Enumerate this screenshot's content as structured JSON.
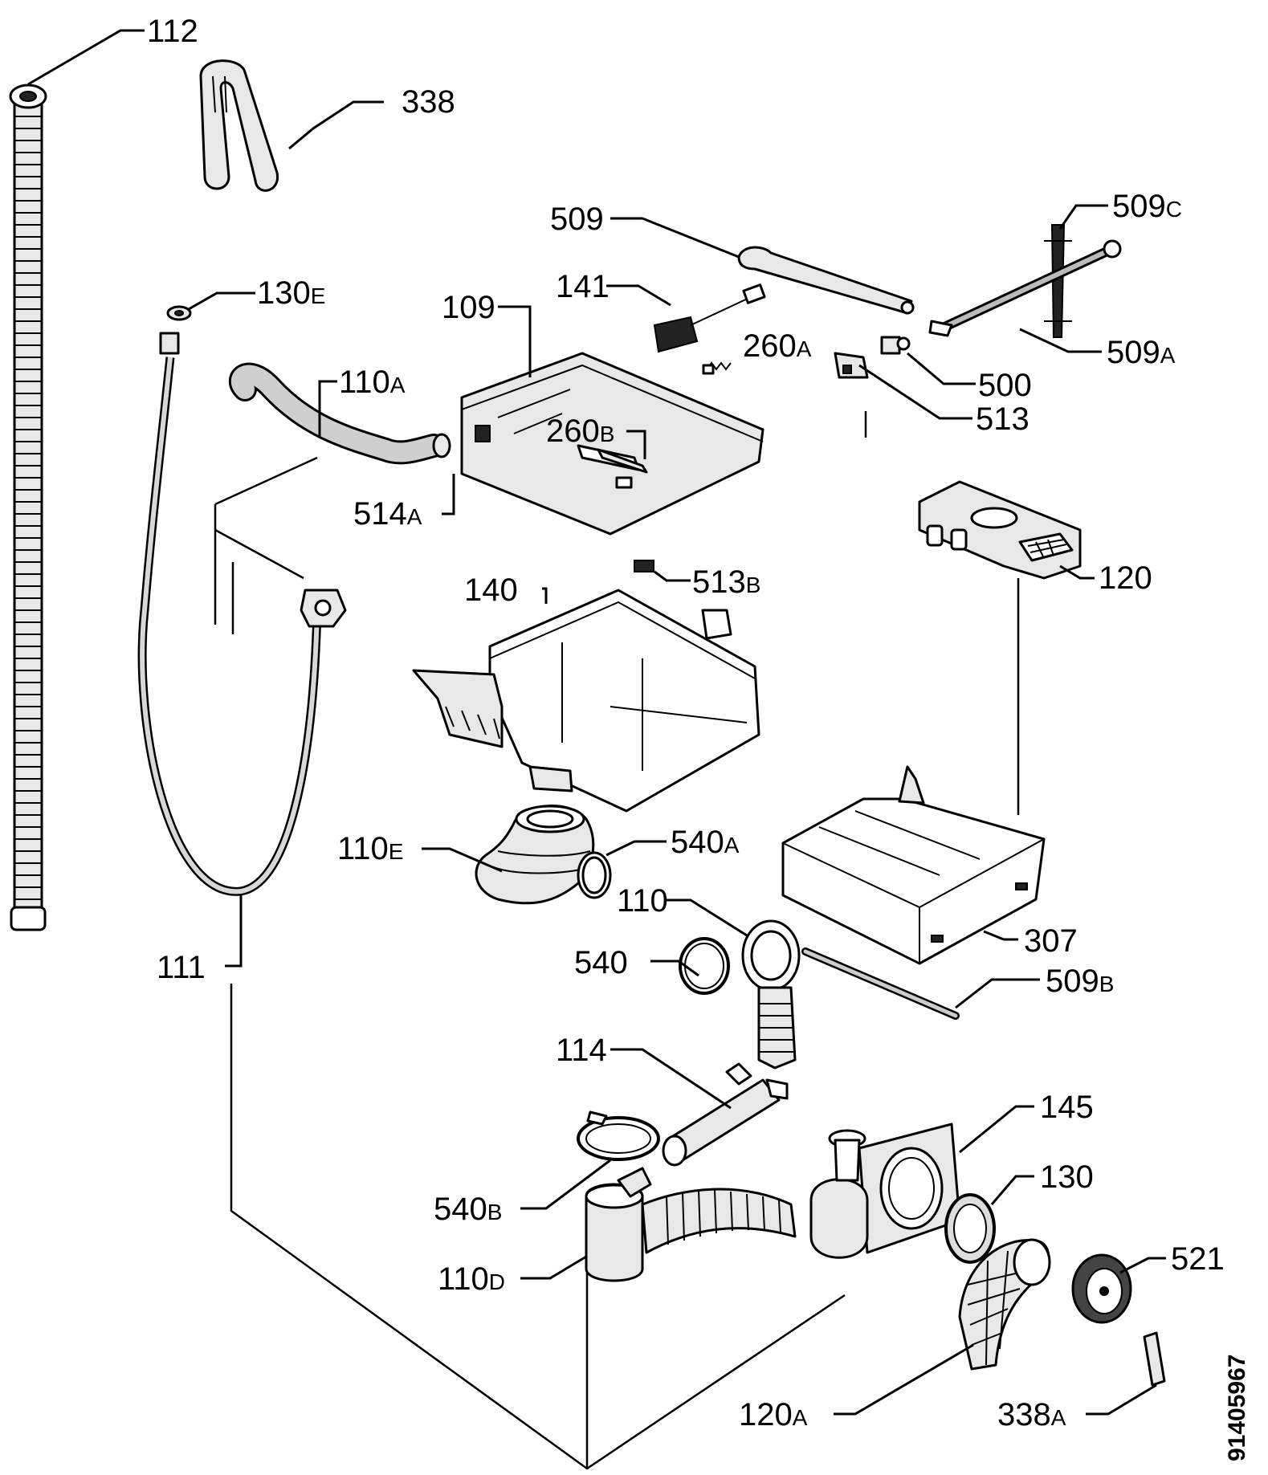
{
  "diagram": {
    "document_number": "91405967",
    "labels": {
      "p112": {
        "num": "112",
        "suffix": ""
      },
      "p338": {
        "num": "338",
        "suffix": ""
      },
      "p509": {
        "num": "509",
        "suffix": ""
      },
      "p509c": {
        "num": "509",
        "suffix": "C"
      },
      "p141": {
        "num": "141",
        "suffix": ""
      },
      "p130e": {
        "num": "130",
        "suffix": "E"
      },
      "p109": {
        "num": "109",
        "suffix": ""
      },
      "p260a": {
        "num": "260",
        "suffix": "A"
      },
      "p509a": {
        "num": "509",
        "suffix": "A"
      },
      "p110a": {
        "num": "110",
        "suffix": "A"
      },
      "p500": {
        "num": "500",
        "suffix": ""
      },
      "p513": {
        "num": "513",
        "suffix": ""
      },
      "p260b": {
        "num": "260",
        "suffix": "B"
      },
      "p514a": {
        "num": "514",
        "suffix": "A"
      },
      "p120": {
        "num": "120",
        "suffix": ""
      },
      "p140": {
        "num": "140",
        "suffix": ""
      },
      "p513b": {
        "num": "513",
        "suffix": "B"
      },
      "p110e": {
        "num": "110",
        "suffix": "E"
      },
      "p540a": {
        "num": "540",
        "suffix": "A"
      },
      "p110": {
        "num": "110",
        "suffix": ""
      },
      "p307": {
        "num": "307",
        "suffix": ""
      },
      "p540": {
        "num": "540",
        "suffix": ""
      },
      "p509b": {
        "num": "509",
        "suffix": "B"
      },
      "p111": {
        "num": "111",
        "suffix": ""
      },
      "p114": {
        "num": "114",
        "suffix": ""
      },
      "p145": {
        "num": "145",
        "suffix": ""
      },
      "p130": {
        "num": "130",
        "suffix": ""
      },
      "p540b": {
        "num": "540",
        "suffix": "B"
      },
      "p521": {
        "num": "521",
        "suffix": ""
      },
      "p110d": {
        "num": "110",
        "suffix": "D"
      },
      "p120a": {
        "num": "120",
        "suffix": "A"
      },
      "p338a": {
        "num": "338",
        "suffix": "A"
      }
    }
  }
}
